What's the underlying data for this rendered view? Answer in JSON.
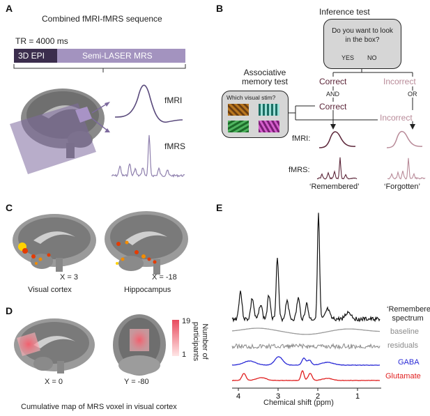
{
  "panels": {
    "a": {
      "letter": "A",
      "title": "Combined fMRI-fMRS sequence",
      "tr_label": "TR = 4000 ms",
      "epi_label": "3D EPI",
      "mrs_label": "Semi-LASER MRS",
      "fmri_label": "fMRI",
      "fmrs_label": "fMRS"
    },
    "b": {
      "letter": "B",
      "inference_title": "Inference test",
      "inference_question": "Do you want to look in the box?",
      "yes": "YES",
      "no": "NO",
      "assoc_title": "Associative memory test",
      "assoc_question": "Which visual stim?",
      "correct": "Correct",
      "incorrect": "Incorrect",
      "and": "AND",
      "or": "OR",
      "fmri_label": "fMRI:",
      "fmrs_label": "fMRS:",
      "remembered": "‘Remembered’",
      "forgotten": "‘Forgotten’"
    },
    "c": {
      "letter": "C",
      "left_coord": "X = 3",
      "right_coord": "X = -18",
      "left_label": "Visual cortex",
      "right_label": "Hippocampus"
    },
    "d": {
      "letter": "D",
      "scale_max": "19",
      "scale_min": "1",
      "scale_title": "Number of participants",
      "left_coord": "X = 0",
      "right_coord": "Y = -80",
      "caption": "Cumulative map of MRS voxel in visual cortex"
    },
    "e": {
      "letter": "E",
      "spectrum_label": "‘Remembered’ spectrum",
      "baseline": "baseline",
      "residuals": "residuals",
      "gaba": "GABA",
      "glutamate": "Glutamate",
      "xlabel": "Chemical shift (ppm)",
      "ticks": [
        "4",
        "3",
        "2",
        "1"
      ]
    }
  },
  "colors": {
    "epi": "#3b2d4d",
    "mrs": "#a393bf",
    "correct": "#5b2538",
    "incorrect": "#b88a98",
    "gaba": "#2a2ad6",
    "glutamate": "#e02020",
    "gray": "#8a8a8a"
  }
}
